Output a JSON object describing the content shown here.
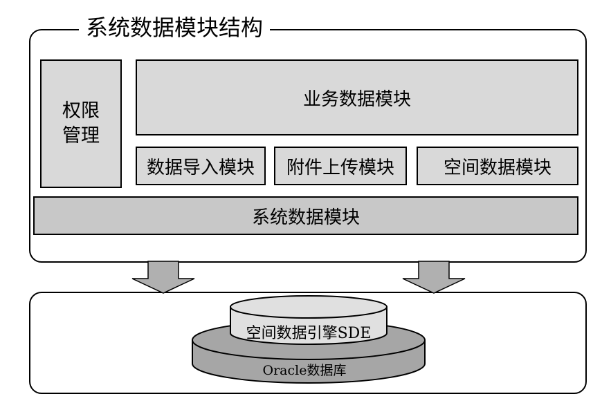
{
  "upper_frame": {
    "title": "系统数据模块结构"
  },
  "modules": {
    "permission": [
      "权限",
      "管理"
    ],
    "business": "业务数据模块",
    "data_import": "数据导入模块",
    "attachment_upload": "附件上传模块",
    "spatial": "空间数据模块",
    "system": "系统数据模块"
  },
  "database": {
    "engine": "空间数据引擎SDE",
    "base": "Oracle数据库"
  },
  "colors": {
    "box_fill": "#d9d9d9",
    "system_fill": "#c8c8c8",
    "arrow_fill": "#b0b0b0",
    "engine_fill": "#e0e0e0",
    "base_fill": "#a6a6a6"
  }
}
